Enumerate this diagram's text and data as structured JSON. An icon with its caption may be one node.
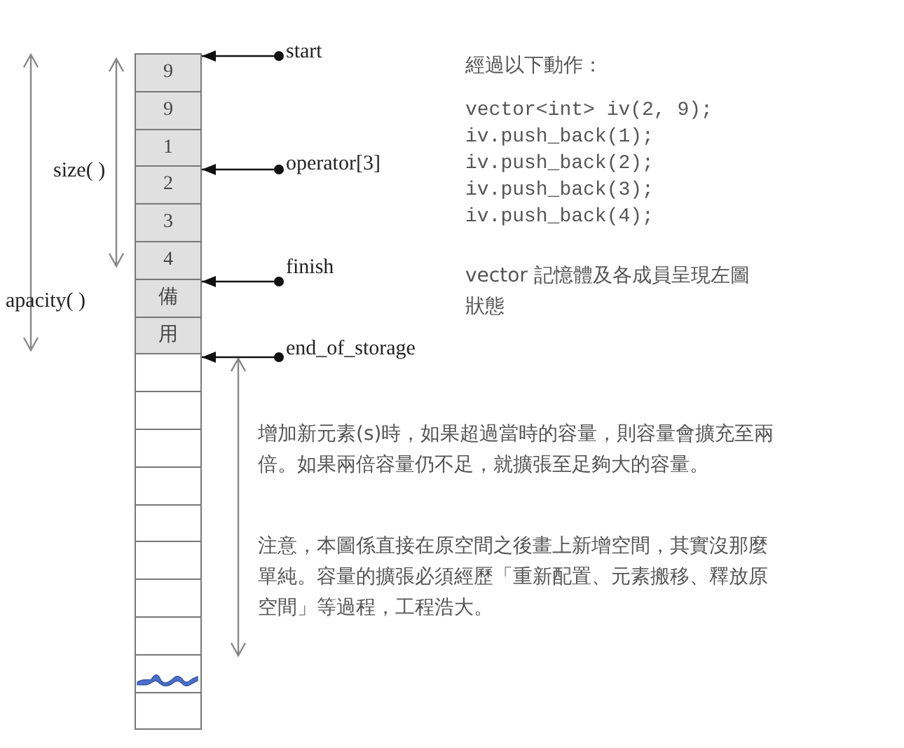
{
  "diagram": {
    "nodes": [
      {
        "text": [
          "9"
        ]
      },
      {
        "text": [
          "9"
        ]
      },
      {
        "text": [
          "1"
        ]
      },
      {
        "text": [
          "2"
        ]
      },
      {
        "text": [
          "3"
        ]
      },
      {
        "text": [
          "4"
        ]
      },
      {
        "text": [
          "備"
        ]
      },
      {
        "text": [
          "用"
        ]
      },
      {
        "text": [],
        "shape": "box"
      },
      {
        "text": [],
        "shape": "box"
      },
      {
        "text": [],
        "shape": "box"
      },
      {
        "text": [],
        "shape": "box"
      },
      {
        "text": [],
        "shape": "box"
      },
      {
        "text": [],
        "shape": "box"
      },
      {
        "text": [],
        "shape": "box"
      },
      {
        "text": [],
        "shape": "box"
      },
      {
        "text": [],
        "shape": "box"
      },
      {
        "text": [],
        "shape": "box"
      },
      {
        "text": [
          "start"
        ]
      },
      {
        "text": [
          "operator[3]"
        ]
      },
      {
        "text": [
          "finish"
        ]
      },
      {
        "text": [
          "end_of_storage"
        ]
      }
    ],
    "edges": [
      {
        "from": 18,
        "to": 0,
        "arrow": "to"
      },
      {
        "from": 19,
        "to": 3,
        "arrow": "to"
      },
      {
        "from": 20,
        "to": 6,
        "arrow": "to"
      },
      {
        "from": 21,
        "to": 8,
        "arrow": "to"
      }
    ],
    "labels": [
      "size( )",
      "apacity( )",
      "經過以下動作：",
      "vector<int> iv(2, 9);",
      "iv.push_back(1);",
      "iv.push_back(2);",
      "iv.push_back(3);",
      "iv.push_back(4);",
      "vector 記憶體及各成員呈現左圖狀態",
      "增加新元素(s)時，如果超過當時的容量，則容量會擴充至兩倍。如果兩倍容量仍不足，就擴張至足夠大的容量。",
      "注意，本圖係直接在原空間之後畫上新增空間，其實沒那麼單純。容量的擴張必須經歷「重新配置、元素搬移、釋放原空間」等過程，工程浩大。"
    ]
  }
}
